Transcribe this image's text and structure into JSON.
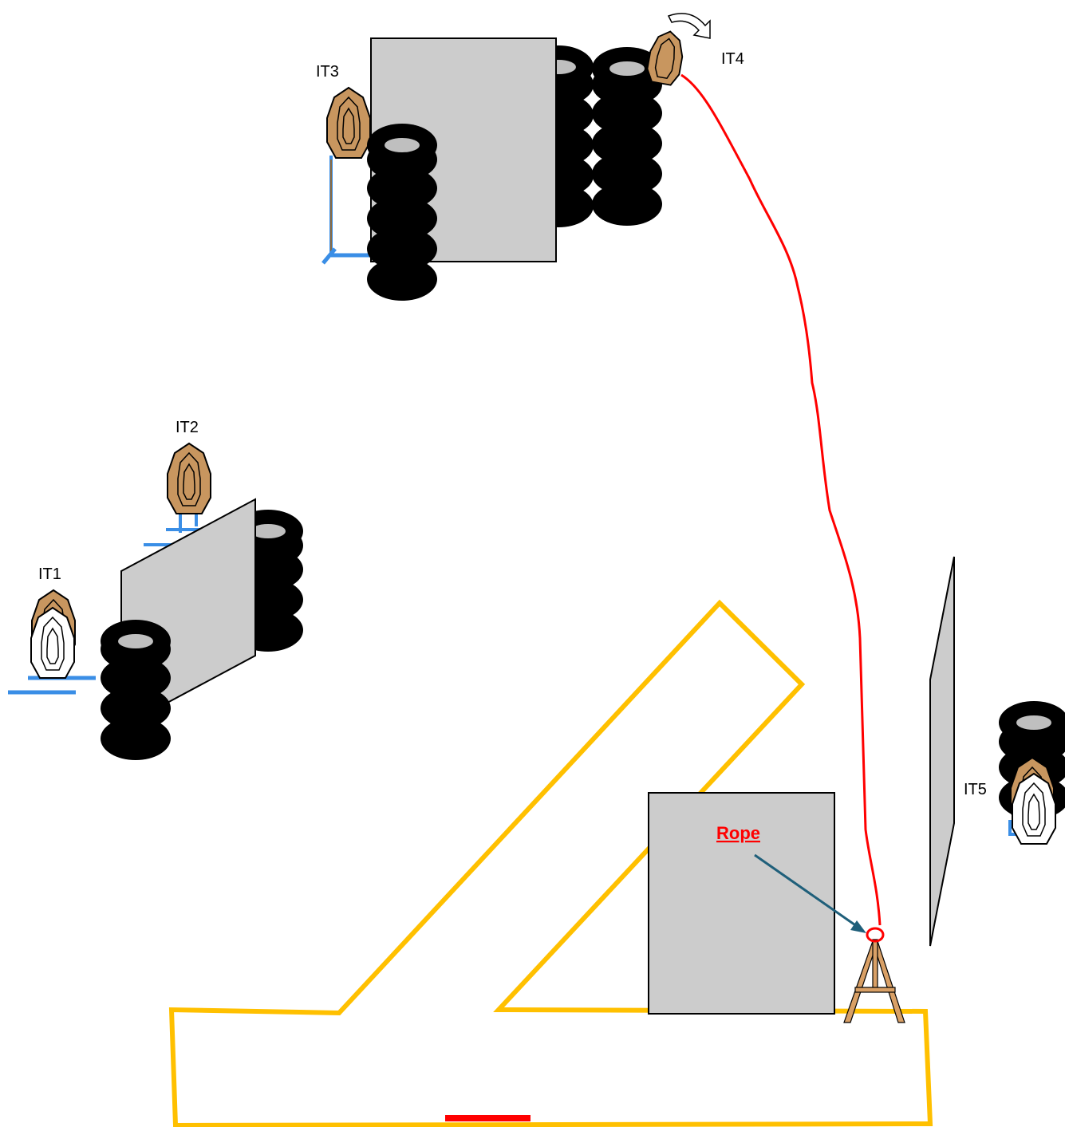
{
  "labels": {
    "it1": "IT1",
    "it2": "IT2",
    "it3": "IT3",
    "it4": "IT4",
    "it5": "IT5",
    "rope": "Rope"
  },
  "colors": {
    "background": "#ffffff",
    "fault_line": "#ffc000",
    "rope": "#ff0000",
    "start_marker": "#ff0000",
    "wall": "#cccccc",
    "tire": "#000000",
    "tire_hole": "#bfbfbf",
    "target_brown": "#c8965f",
    "target_white": "#ffffff",
    "stand": "#3a8ee6",
    "arrow": "#1f5f7a",
    "easel": "#d9a066"
  },
  "icons": {
    "turn_indicator": "rotate-arrow-icon"
  }
}
